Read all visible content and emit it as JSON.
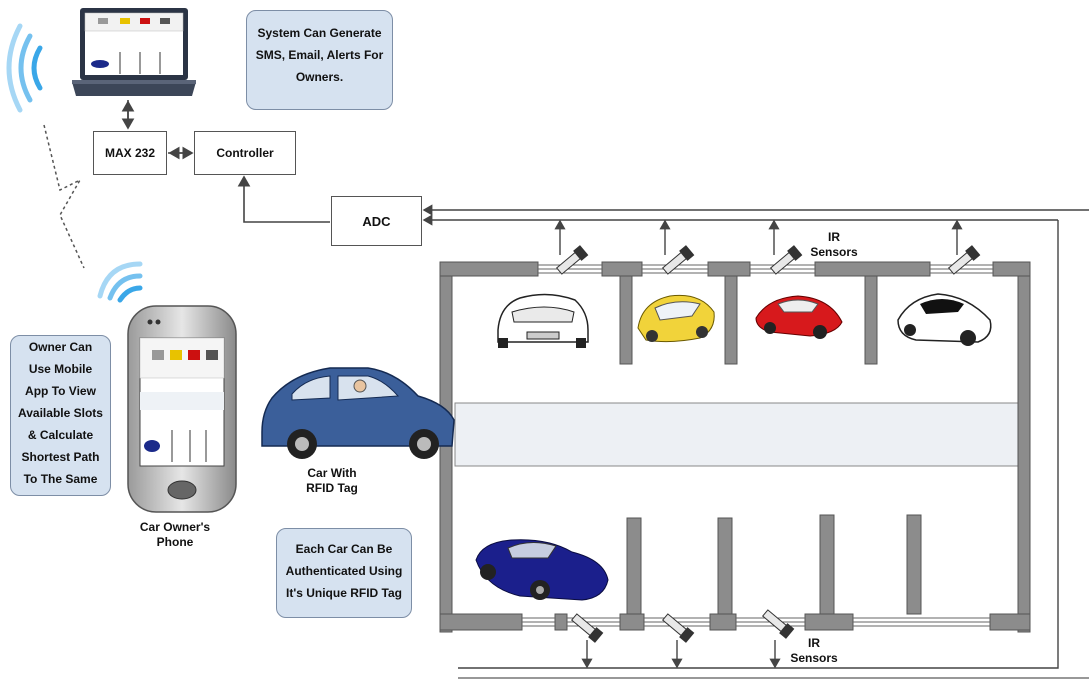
{
  "notes": {
    "system_alerts": [
      "System Can Generate",
      "SMS, Email, Alerts For",
      "Owners."
    ],
    "owner_app": [
      "Owner Can",
      "Use Mobile",
      "App To View",
      "Available Slots",
      "& Calculate",
      "Shortest Path",
      "To The Same"
    ],
    "rfid_auth": [
      "Each Car Can Be",
      "Authenticated Using",
      "It's Unique RFID Tag"
    ]
  },
  "blocks": {
    "max232": "MAX 232",
    "controller": "Controller",
    "adc": "ADC"
  },
  "labels": {
    "ir_top": [
      "IR",
      "Sensors"
    ],
    "ir_bottom": [
      "IR",
      "Sensors"
    ],
    "car_rfid": [
      "Car With",
      "RFID Tag"
    ],
    "phone": [
      "Car Owner's",
      "Phone"
    ]
  },
  "colors": {
    "note_fill": "#d6e2f0",
    "wall": "#8c8c8c",
    "aisle": "#edf0f4",
    "blue_car": "#3b5f9a",
    "yellow_car": "#f1d33a",
    "red_car": "#d7191c",
    "navy_car": "#1b1f8c"
  },
  "icons": [
    "laptop-icon",
    "wifi-icon",
    "phone-icon",
    "ir-sensor-icon",
    "car-icon"
  ]
}
